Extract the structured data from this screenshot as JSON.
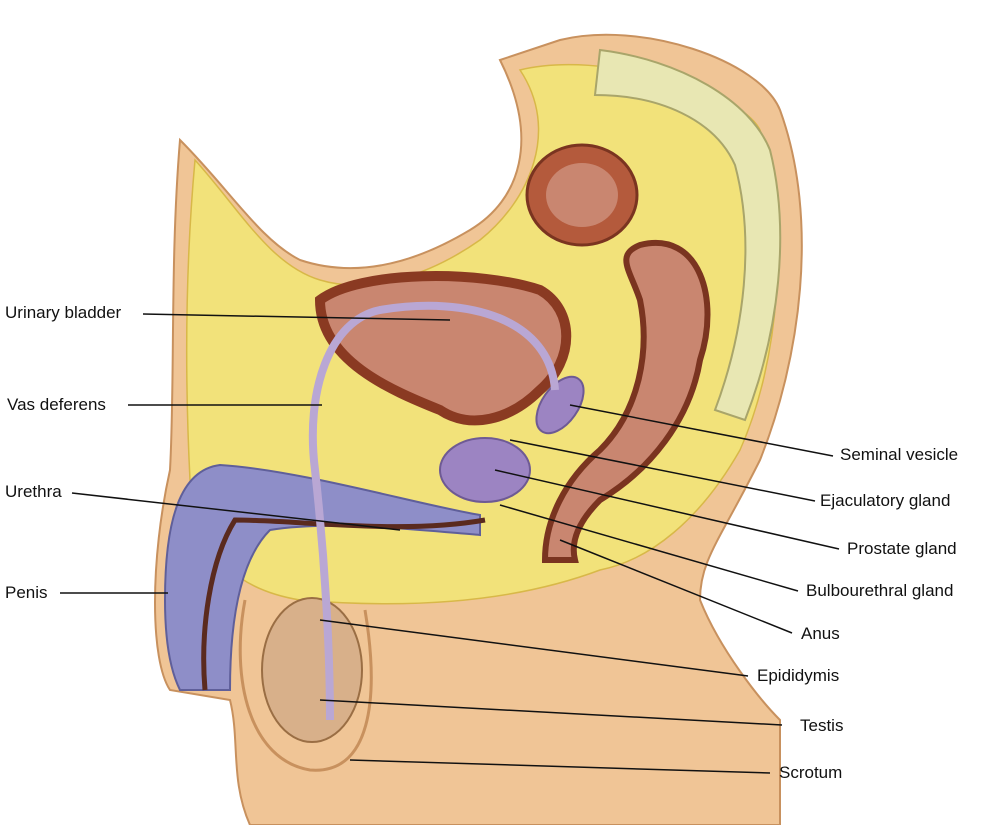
{
  "colors": {
    "skin": "#f0c596",
    "skin_shade": "#d89c68",
    "fat": "#f2e27a",
    "fat_deep": "#e8c84a",
    "muscle": "#b45a3c",
    "bladder_inner": "#c98670",
    "vertebra": "#e8e7b3",
    "duct": "#b9a7d4",
    "gland_purple": "#9c84c2",
    "testis": "#d8b08a",
    "leader": "#111111"
  },
  "labels": {
    "left": {
      "urinary_bladder": "Urinary bladder",
      "vas_deferens": "Vas deferens",
      "urethra": "Urethra",
      "penis": "Penis"
    },
    "right": {
      "seminal_vesicle": "Seminal vesicle",
      "ejaculatory_gland": "Ejaculatory gland",
      "prostate_gland": "Prostate gland",
      "bulbourethral_gland": "Bulbourethral gland",
      "anus": "Anus",
      "epididymis": "Epididymis",
      "testis": "Testis",
      "scrotum": "Scrotum"
    }
  }
}
